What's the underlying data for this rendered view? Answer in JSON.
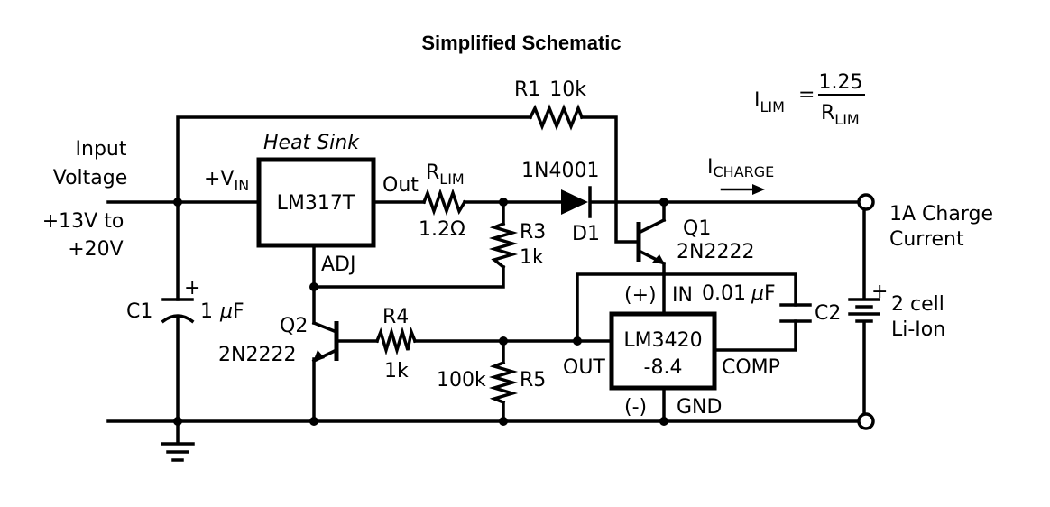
{
  "title": "Simplified Schematic",
  "formula": {
    "lhs": "I",
    "lhs_sub": "LIM",
    "eq": "=",
    "num": "1.25",
    "den": "R",
    "den_sub": "LIM"
  },
  "input": {
    "line1": "Input",
    "line2": "Voltage",
    "range1": "+13V to",
    "range2": "+20V"
  },
  "regulator": {
    "heat_sink": "Heat Sink",
    "part": "LM317T",
    "vin": "+V",
    "vin_sub": "IN",
    "out": "Out",
    "adj": "ADJ"
  },
  "r1": {
    "name": "R1",
    "value": "10k"
  },
  "rlim": {
    "name": "R",
    "name_sub": "LIM",
    "value": "1.2",
    "unit": "Ω"
  },
  "r3": {
    "name": "R3",
    "value": "1k"
  },
  "r4": {
    "name": "R4",
    "value": "1k"
  },
  "r5": {
    "name": "R5",
    "value": "100k"
  },
  "d1": {
    "part": "1N4001",
    "name": "D1"
  },
  "q1": {
    "name": "Q1",
    "part": "2N2222"
  },
  "q2": {
    "name": "Q2",
    "part": "2N2222"
  },
  "c1": {
    "name": "C1",
    "value": "1",
    "unit": "F",
    "mu": "μ",
    "polarity": "+"
  },
  "c2": {
    "name": "C2",
    "value": "0.01",
    "unit": "F",
    "mu": "μ"
  },
  "ic": {
    "part1": "LM3420",
    "part2": "-8.4",
    "in_pin": "IN",
    "plus": "(+)",
    "out_pin": "OUT",
    "comp_pin": "COMP",
    "minus": "(-)",
    "gnd_pin": "GND"
  },
  "charge": {
    "label": "I",
    "label_sub": "CHARGE",
    "out1": "1A Charge",
    "out2": "Current"
  },
  "battery": {
    "polarity": "+",
    "line1": "2 cell",
    "line2": "Li-Ion"
  }
}
